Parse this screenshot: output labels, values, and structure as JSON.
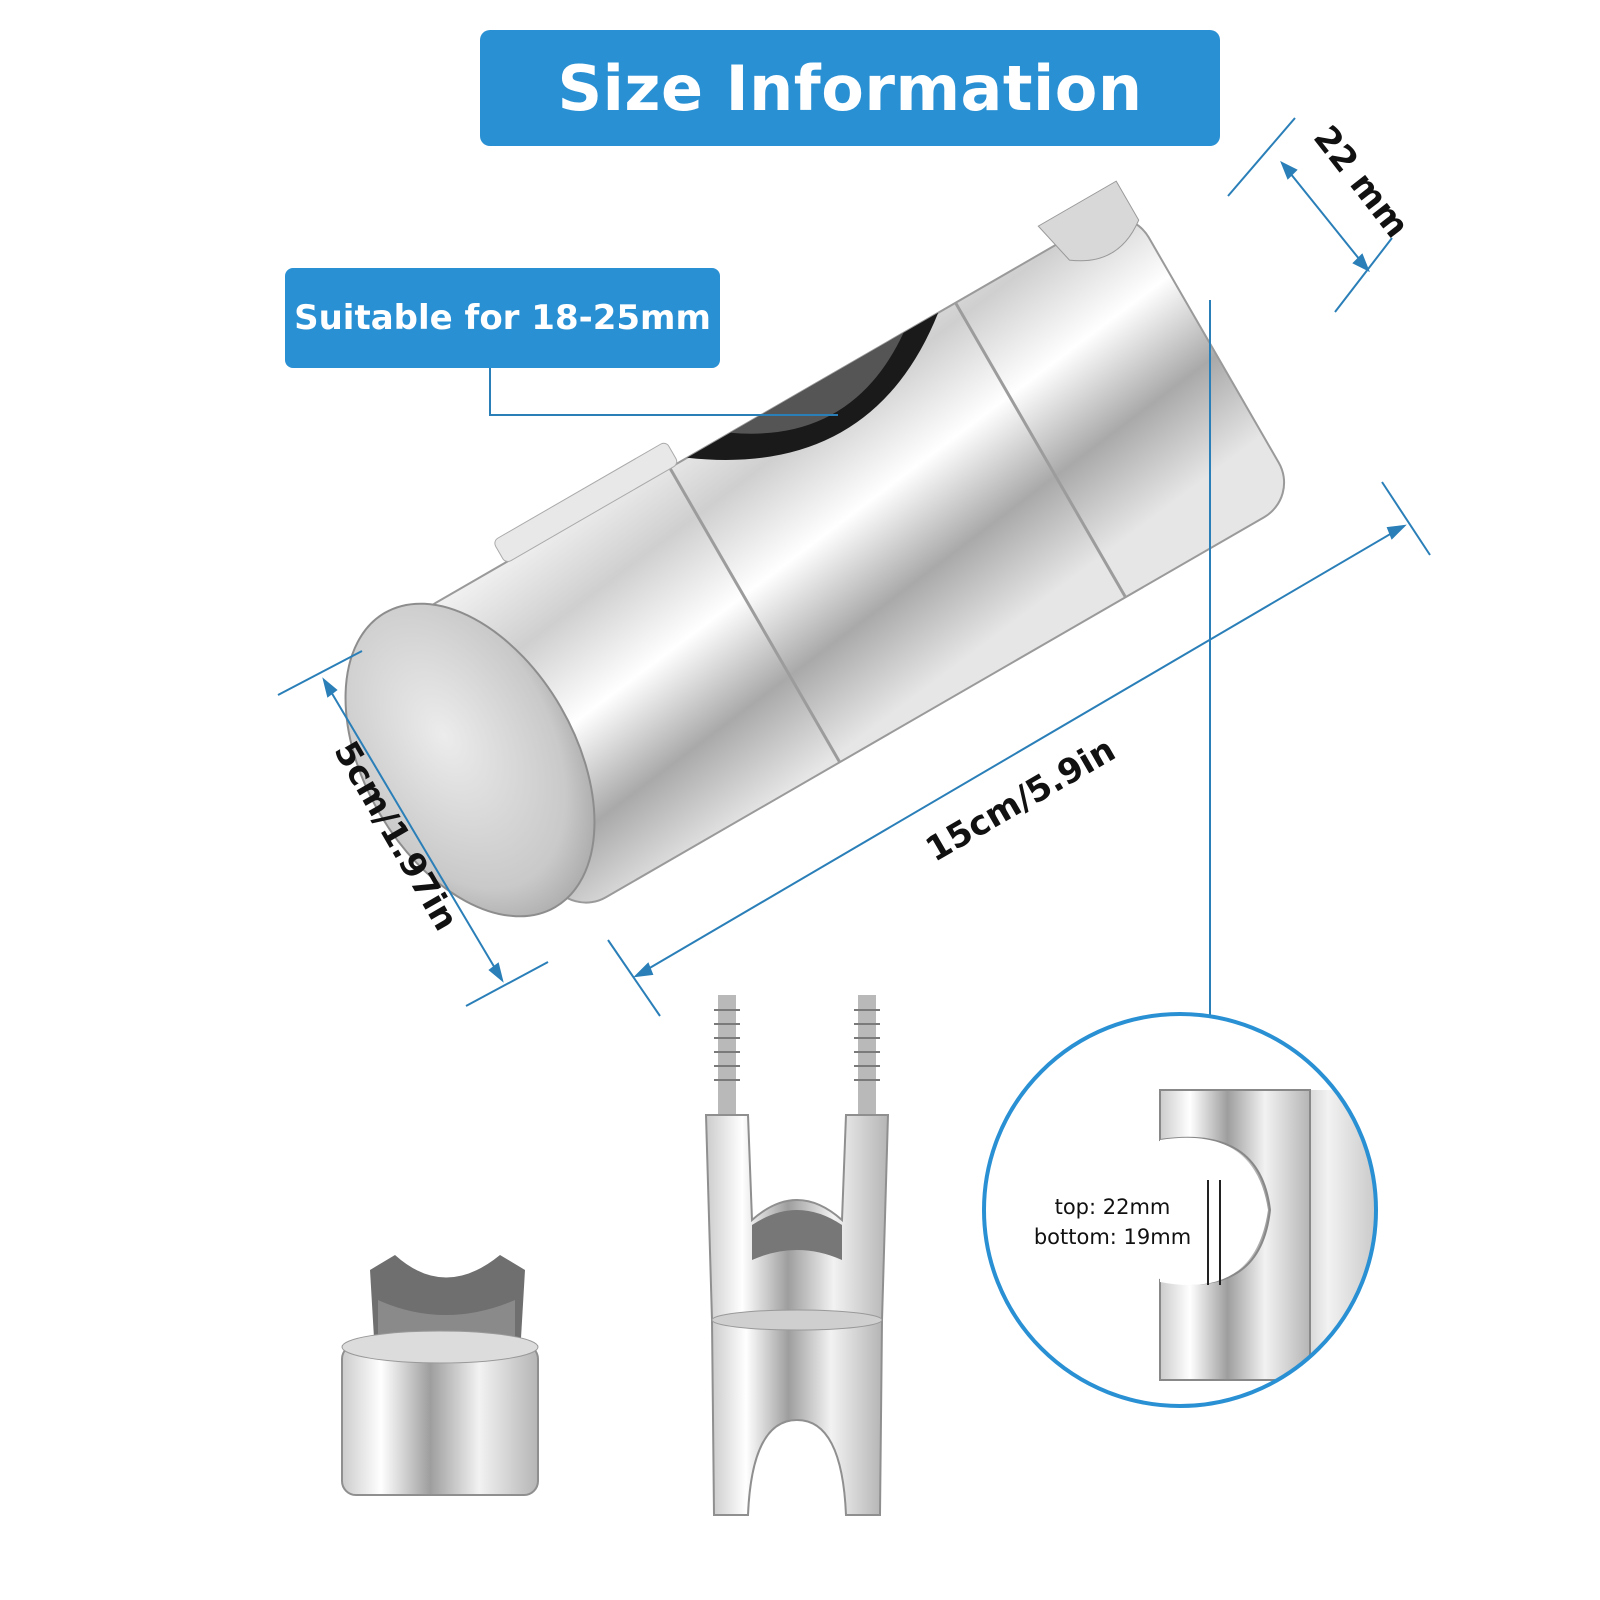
{
  "title": "Size Information",
  "callout": "Suitable for 18-25mm",
  "dimensions": {
    "top_width": "22 mm",
    "length": "15cm/5.9in",
    "diameter": "5cm/1.97in"
  },
  "inset": {
    "top": "top: 22mm",
    "bottom": "bottom: 19mm"
  },
  "colors": {
    "accent": "#2a90d4",
    "dimension_line": "#2a7fb8"
  }
}
